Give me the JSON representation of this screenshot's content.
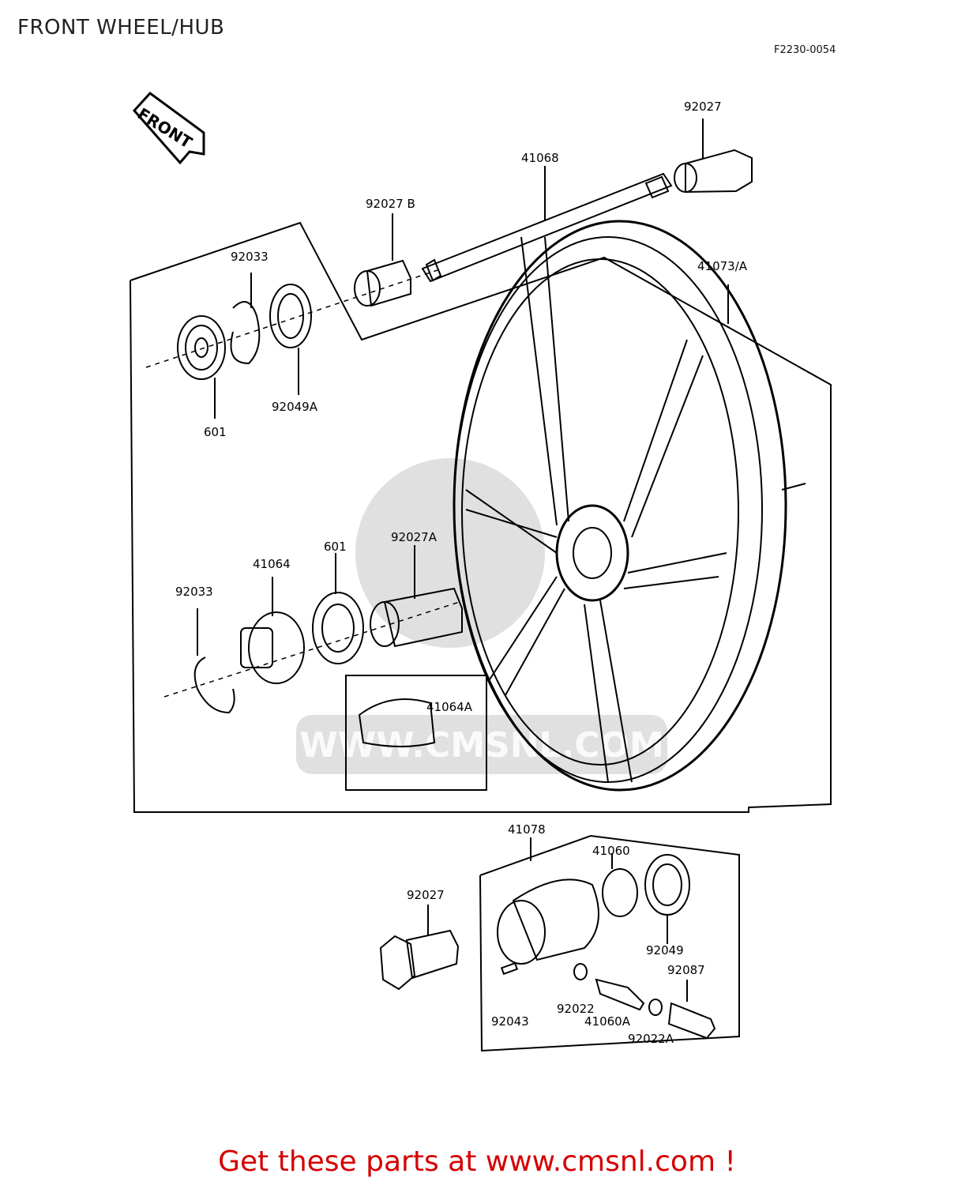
{
  "page": {
    "title": "FRONT WHEEL/HUB",
    "diagram_code": "F2230-0054",
    "footer_link": "Get these parts at www.cmsnl.com !"
  },
  "diagram": {
    "direction_arrow": "FRONT",
    "watermark": "WWW.CMSNL.COM",
    "parts": {
      "p_92027_top": "92027",
      "p_41068": "41068",
      "p_92027b": "92027 B",
      "p_92033_top": "92033",
      "p_41073a": "41073/A",
      "p_92049a": "92049A",
      "p_601_top": "601",
      "p_92033_mid": "92033",
      "p_41064": "41064",
      "p_601_mid": "601",
      "p_92027a": "92027A",
      "p_41064a": "41064A",
      "p_41078": "41078",
      "p_41060": "41060",
      "p_92027_low": "92027",
      "p_92049": "92049",
      "p_92087": "92087",
      "p_92043": "92043",
      "p_92022": "92022",
      "p_41060a": "41060A",
      "p_92022a": "92022A"
    }
  }
}
